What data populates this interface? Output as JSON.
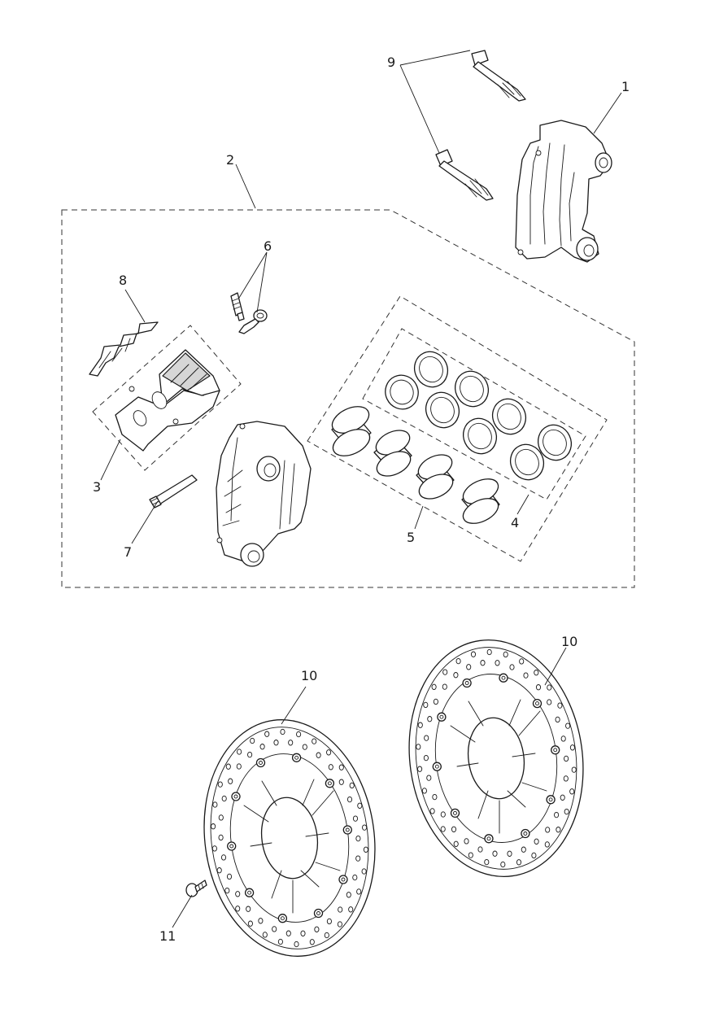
{
  "callouts": {
    "c1": "1",
    "c2": "2",
    "c3": "3",
    "c4": "4",
    "c5": "5",
    "c6": "6",
    "c7": "7",
    "c8": "8",
    "c9": "9",
    "c10a": "10",
    "c10b": "10",
    "c11": "11"
  },
  "parts": {
    "caliper_assembly": "caliper-icon",
    "caliper_body": "caliper-icon",
    "caliper_bolt": "bolt-icon",
    "pad_kit": "brake-pad-icon",
    "pad_spring": "spring-clip-icon",
    "bleed_nipple": "bleed-nipple-icon",
    "pad_pin": "pin-icon",
    "piston": "piston-icon",
    "seal": "seal-ring-icon",
    "brake_disc": "brake-disc-icon",
    "disc_bolt": "screw-icon"
  },
  "colors": {
    "line": "#1a1a1a",
    "fill": "#ffffff",
    "shade": "#d6d6d6"
  }
}
